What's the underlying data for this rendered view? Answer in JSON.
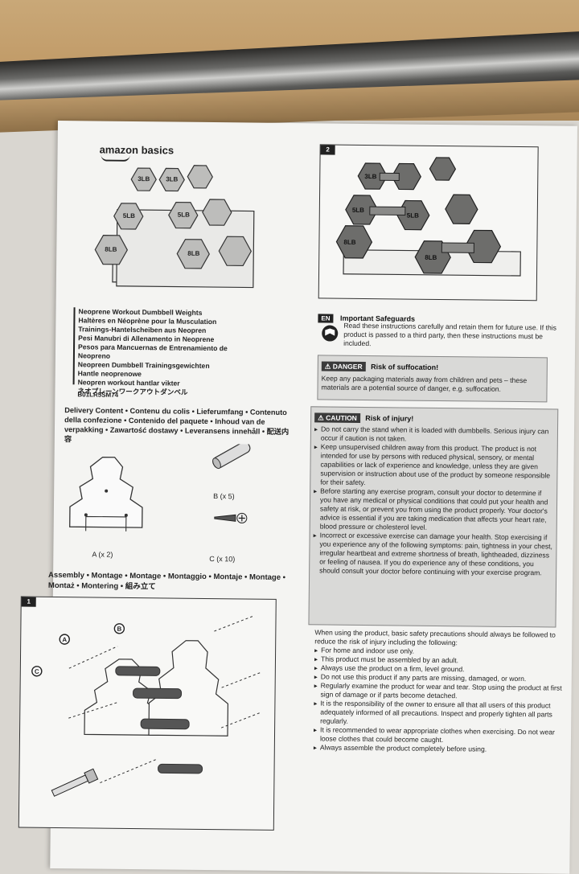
{
  "logo": {
    "brand": "amazon basics"
  },
  "product_titles": [
    "Neoprene Workout Dumbbell Weights",
    "Haltères en Néoprène pour la Musculation",
    "Trainings-Hantelscheiben aus Neopren",
    "Pesi Manubri di Allenamento in Neoprene",
    "Pesos para Mancuernas de Entrenamiento de",
    "Neopreno",
    "Neopreen Dumbbell Trainingsgewichten",
    "Hantle neoprenowe",
    "Neopren workout hantlar vikter",
    "ネオプレーンワークアウトダンベル"
  ],
  "model_number": "B01LR5SM74",
  "delivery_content": "Delivery Content • Contenu du colis • Lieferumfang • Contenuto della confezione • Contenido del paquete • Inhoud van de verpakking • Zawartość dostawy • Leveransens innehåll • 配送内容",
  "parts": {
    "a_label": "A (x 2)",
    "b_label": "B (x 5)",
    "c_label": "C (x 10)"
  },
  "assembly_heading": "Assembly • Montage • Montage • Montaggio • Montaje • Montage • Montaż • Montering • 組み立て",
  "figure1": {
    "number": "1",
    "callout_a": "A",
    "callout_b": "B",
    "callout_c": "C"
  },
  "figure2": {
    "number": "2"
  },
  "dumbbell_labels": [
    "3LB",
    "3LB",
    "5LB",
    "5LB",
    "8LB",
    "8LB"
  ],
  "safeguards": {
    "lang_badge": "EN",
    "title": "Important Safeguards",
    "intro": "Read these instructions carefully and retain them for future use. If this product is passed to a third party, then these instructions must be included."
  },
  "danger": {
    "tag": "DANGER",
    "title": "Risk of suffocation!",
    "text": "Keep any packaging materials away from children and pets – these materials are a potential source of danger, e.g. suffocation."
  },
  "caution": {
    "tag": "CAUTION",
    "title": "Risk of injury!",
    "items": [
      "Do not carry the stand when it is loaded with dumbbells. Serious injury can occur if caution is not taken.",
      "Keep unsupervised children away from this product. The product is not intended for use by persons with reduced physical, sensory, or mental capabilities or lack of experience and knowledge, unless they are given supervision or instruction about use of the product by someone responsible for their safety.",
      "Before starting any exercise program, consult your doctor to determine if you have any medical or physical conditions that could put your health and safety at risk, or prevent you from using the product properly. Your doctor's advice is essential if you are taking medication that affects your heart rate, blood pressure or cholesterol level.",
      "Incorrect or excessive exercise can damage your health. Stop exercising if you experience any of the following symptoms: pain, tightness in your chest, irregular heartbeat and extreme shortness of breath, lightheaded, dizziness or feeling of nausea. If you do experience any of these conditions, you should consult your doctor before continuing with your exercise program."
    ]
  },
  "general": {
    "intro": "When using the product, basic safety precautions should always be followed to reduce the risk of injury including the following:",
    "items": [
      "For home and indoor use only.",
      "This product must be assembled by an adult.",
      "Always use the product on a firm, level ground.",
      "Do not use this product if any parts are missing, damaged, or worn.",
      "Regularly examine the product for wear and tear. Stop using the product at first sign of damage or if parts become detached.",
      "It is the responsibility of the owner to ensure all that all users of this product adequately informed of all precautions. Inspect and properly tighten all parts regularly.",
      "It is recommended to wear appropriate clothes when exercising. Do not wear loose clothes that could become caught.",
      "Always assemble the product completely before using."
    ]
  }
}
